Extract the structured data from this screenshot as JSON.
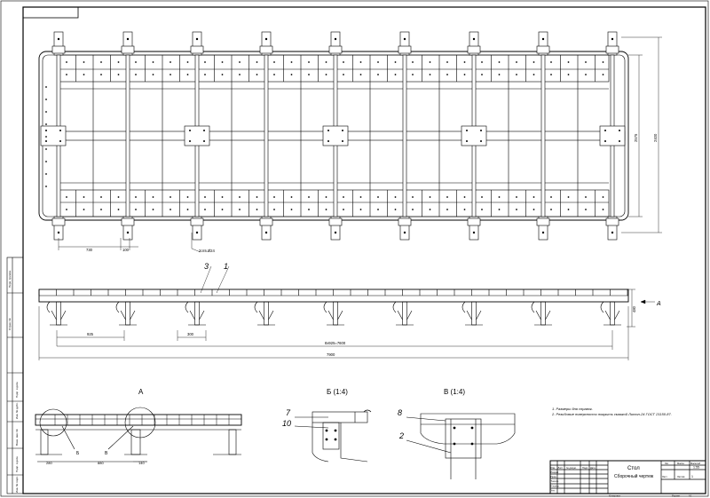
{
  "drawing": {
    "title_line1": "Стол",
    "title_line2": "Сборочный чертеж",
    "scale": "1:55",
    "sheet_label": "Лист",
    "sheets_label": "Листов",
    "sheets_count": "1",
    "mass_label": "Масса",
    "scale_label": "Масштаб",
    "letter_label": "Лит.",
    "copied_label": "Копировал",
    "format_label": "Формат",
    "format_value": "А1",
    "rows": [
      "Изм",
      "Лист",
      "№ докум.",
      "Подп.",
      "Дата"
    ],
    "roles": [
      "Разраб.",
      "Пров.",
      "Т.контр.",
      "Н.контр.",
      "Утв."
    ]
  },
  "notes": [
    "1. Размеры для справок.",
    "2. Резьбовые поверхности покрыть смазкой Литол-24 ГОСТ 21150-87."
  ],
  "views": {
    "A": "А",
    "B": "Б (1:4)",
    "V": "В (1:4)",
    "arrow_A": "А"
  },
  "callouts": {
    "c1": "1",
    "c2": "2",
    "c3": "3",
    "c7": "7",
    "c8": "8",
    "c10": "10",
    "mark_B": "Б",
    "mark_V": "В"
  },
  "dimensions": {
    "d730": "730",
    "d100": "100",
    "d2575": "2575",
    "d2400": "2400",
    "d_hole": "2отв.Ø24",
    "d925": "925",
    "d300": "300",
    "d_span": "8х925=7600",
    "d_total": "7900",
    "d_h": "480",
    "d280": "280",
    "d880": "880",
    "d140": "140"
  },
  "side_stamp": [
    "Перв. примен.",
    "Справ. №",
    "Подп. и дата",
    "Инв. № дубл.",
    "Взам. инв. №",
    "Подп. и дата",
    "Инв. № подл."
  ]
}
